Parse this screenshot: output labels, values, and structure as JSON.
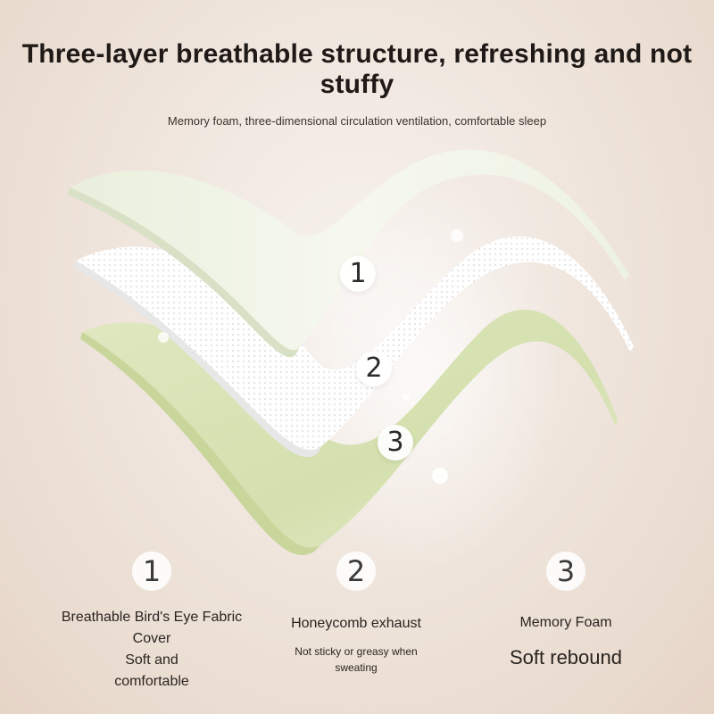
{
  "header": {
    "title": "Three-layer breathable structure, refreshing and not stuffy",
    "subtitle": "Memory foam, three-dimensional circulation ventilation, comfortable sleep"
  },
  "diagram": {
    "markers": [
      "1",
      "2",
      "3"
    ]
  },
  "features": [
    {
      "number": "1",
      "title_line1": "Breathable Bird's Eye Fabric",
      "title_line2": "Cover",
      "desc_line1": "Soft and",
      "desc_line2": "comfortable"
    },
    {
      "number": "2",
      "title": "Honeycomb exhaust",
      "desc_line1": "Not sticky or greasy when",
      "desc_line2": "sweating"
    },
    {
      "number": "3",
      "title": "Memory Foam",
      "desc": "Soft rebound"
    }
  ],
  "colors": {
    "layer_top": "#eef3e2",
    "layer_middle": "#fbfbfb",
    "layer_bottom": "#d8e4b6"
  }
}
